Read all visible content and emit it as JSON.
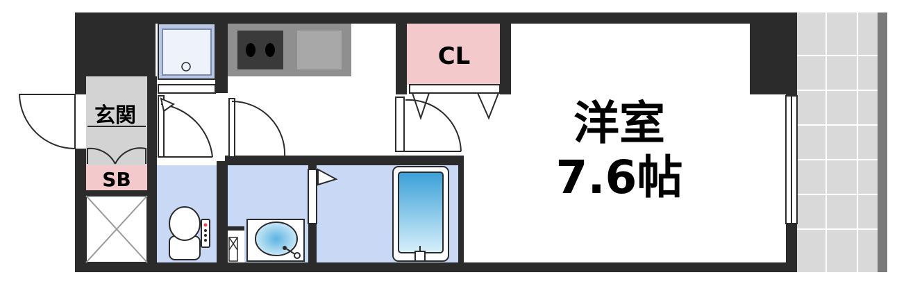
{
  "floorplan": {
    "rooms": {
      "western_room": {
        "name": "洋室",
        "size": "7.6帖"
      },
      "closet": {
        "label": "CL"
      },
      "entrance": {
        "label": "玄関"
      },
      "shoe_box": {
        "label": "SB"
      }
    },
    "colors": {
      "wall": "#2b2b2b",
      "wet_area": "#c9d9f5",
      "closet_fill": "#f4c9cc",
      "shoe_box_fill": "#f4c9cc",
      "balcony": "#d9d9d9",
      "entrance_floor": "#d3d3d3"
    },
    "fixtures": [
      "washing-machine-pan",
      "two-burner-stove",
      "sink",
      "toilet",
      "washbasin",
      "bathtub",
      "balcony"
    ]
  }
}
